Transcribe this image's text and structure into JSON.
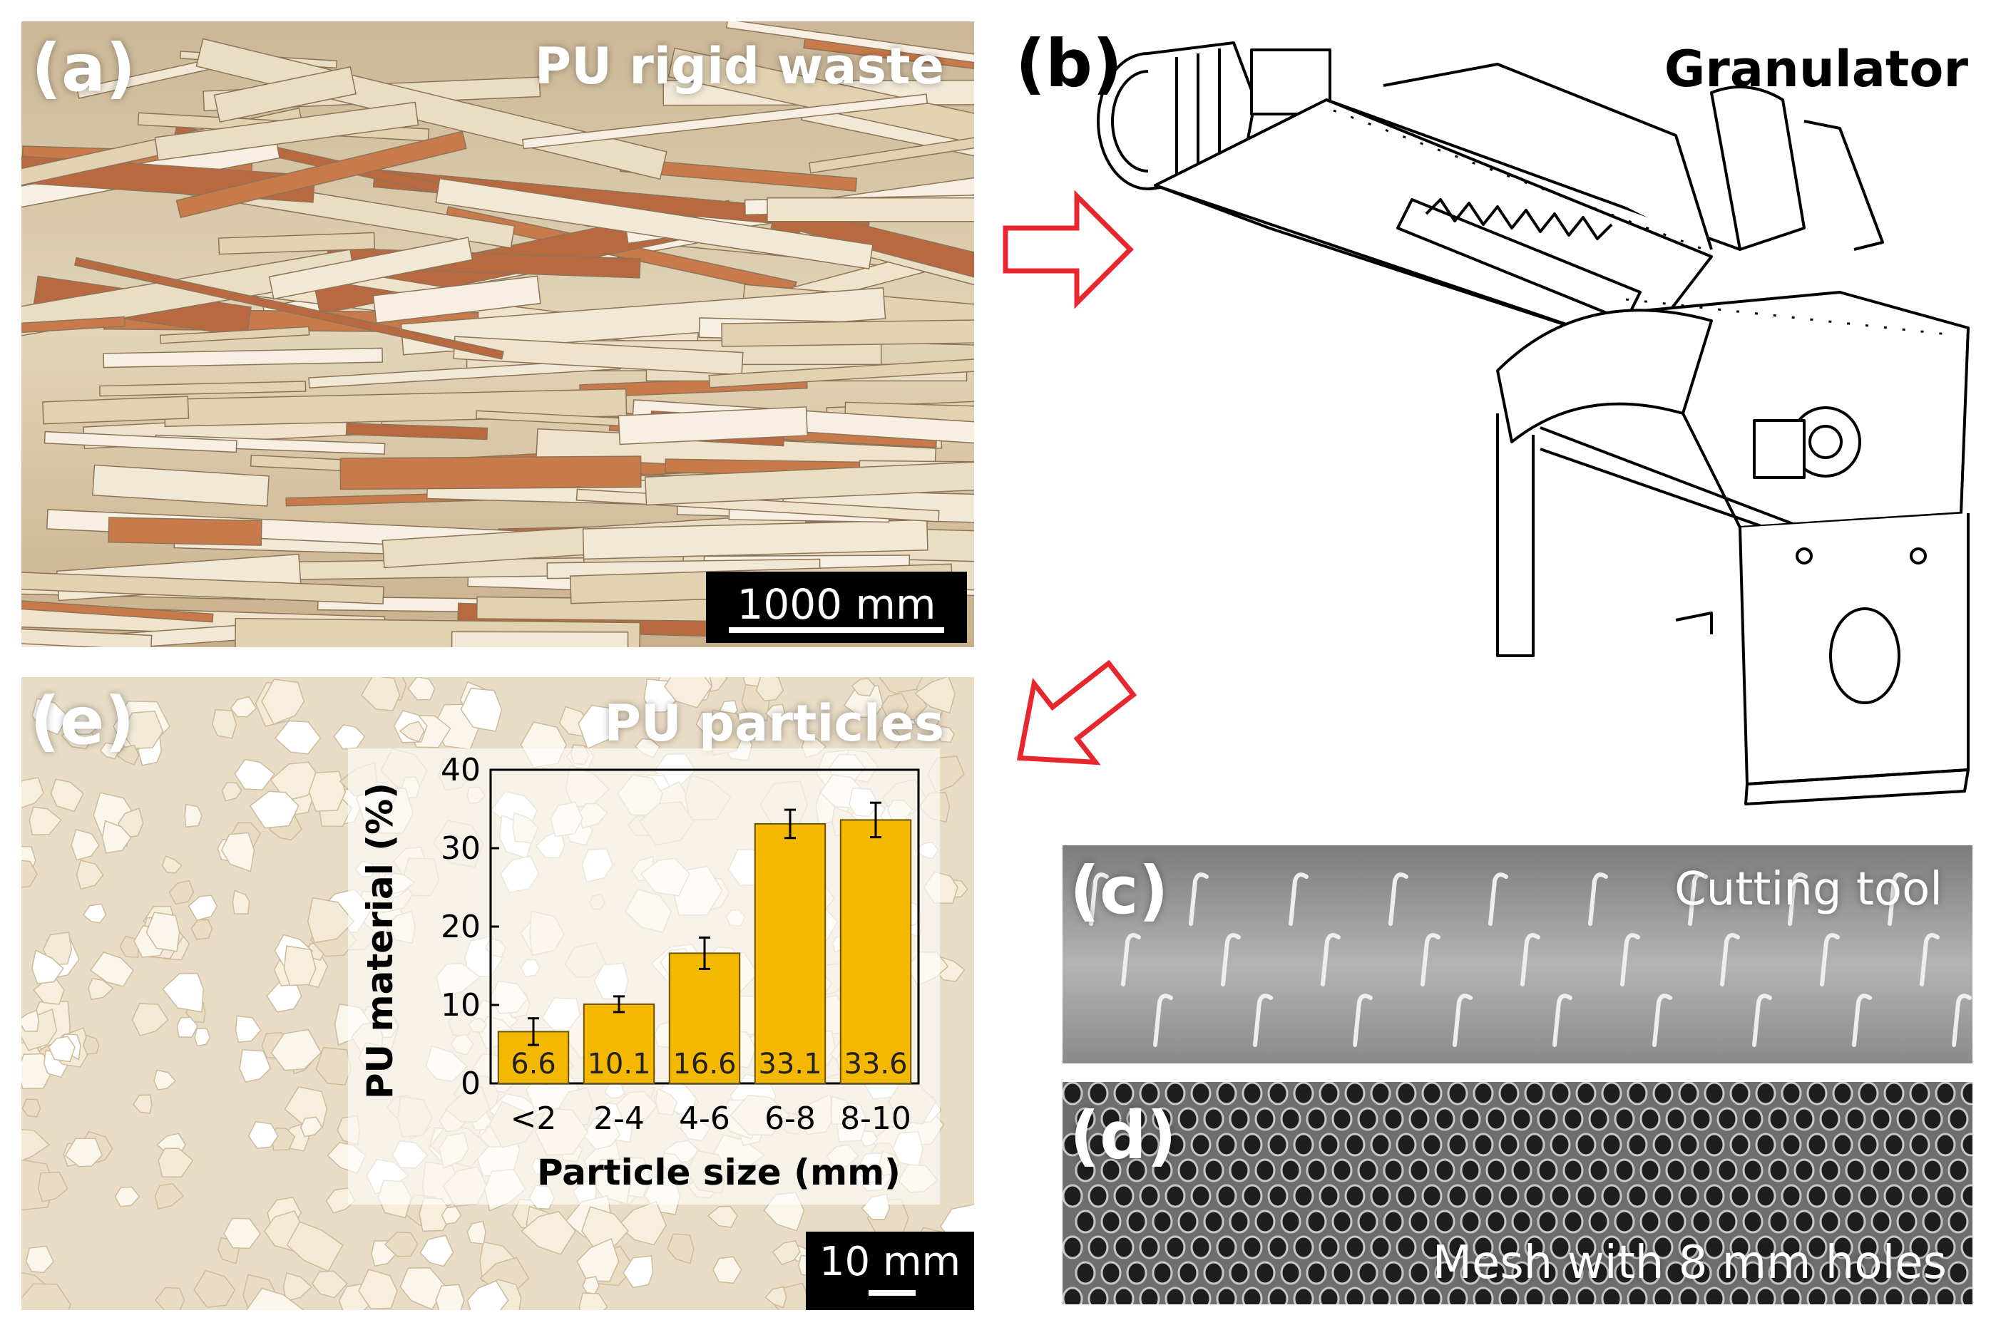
{
  "panels": {
    "a": {
      "label": "(a)",
      "title": "PU rigid waste",
      "scale": "1000 mm"
    },
    "b": {
      "label": "(b)",
      "title": "Granulator"
    },
    "c": {
      "label": "(c)",
      "title": "Cutting tool"
    },
    "d": {
      "label": "(d)",
      "title": "Mesh with 8 mm holes"
    },
    "e": {
      "label": "(e)",
      "title": "PU particles",
      "scale": "10 mm"
    }
  },
  "colors": {
    "bar_fill": "#F5B800",
    "arrow": "#E8262D",
    "panel_a_base": "#D9C7A6",
    "panel_e_base": "#EFE6D6"
  },
  "chart_data": {
    "type": "bar",
    "categories": [
      "<2",
      "2-4",
      "4-6",
      "6-8",
      "8-10"
    ],
    "values": [
      6.6,
      10.1,
      16.6,
      33.1,
      33.6
    ],
    "errors": [
      1.7,
      1.0,
      2.0,
      1.8,
      2.2
    ],
    "data_labels": [
      "6.6",
      "10.1",
      "16.6",
      "33.1",
      "33.6"
    ],
    "xlabel": "Particle size (mm)",
    "ylabel": "PU material (%)",
    "ylim": [
      0,
      40
    ],
    "yticks": [
      0,
      10,
      20,
      30,
      40
    ],
    "grid": false
  }
}
